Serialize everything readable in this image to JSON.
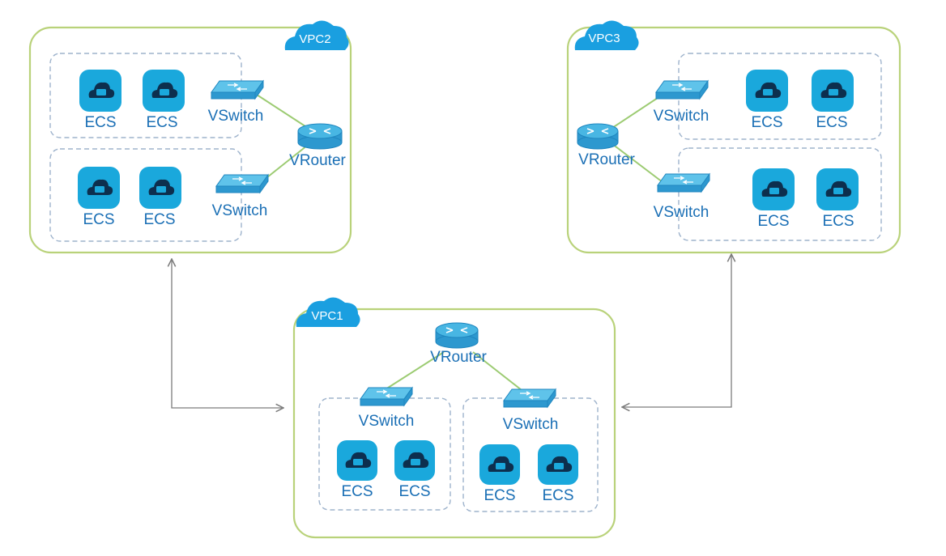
{
  "vpcs": {
    "vpc2": {
      "tag": "VPC2",
      "router": "VRouter",
      "switches": [
        "VSwitch",
        "VSwitch"
      ],
      "ecs": [
        "ECS",
        "ECS",
        "ECS",
        "ECS"
      ]
    },
    "vpc3": {
      "tag": "VPC3",
      "router": "VRouter",
      "switches": [
        "VSwitch",
        "VSwitch"
      ],
      "ecs": [
        "ECS",
        "ECS",
        "ECS",
        "ECS"
      ]
    },
    "vpc1": {
      "tag": "VPC1",
      "router": "VRouter",
      "switches": [
        "VSwitch",
        "VSwitch"
      ],
      "ecs": [
        "ECS",
        "ECS",
        "ECS",
        "ECS"
      ]
    }
  },
  "icons": {
    "ecs": "ecs-cloud-icon",
    "switch": "vswitch-icon",
    "router": "vrouter-icon",
    "tag": "cloud-tag-icon"
  },
  "colors": {
    "vpc_border": "#b9d27a",
    "subnet_border": "#9eb3cc",
    "link": "#9ccb72",
    "accent": "#1aa8dc",
    "label": "#1a6fb5",
    "connector": "#7c7c7c"
  }
}
